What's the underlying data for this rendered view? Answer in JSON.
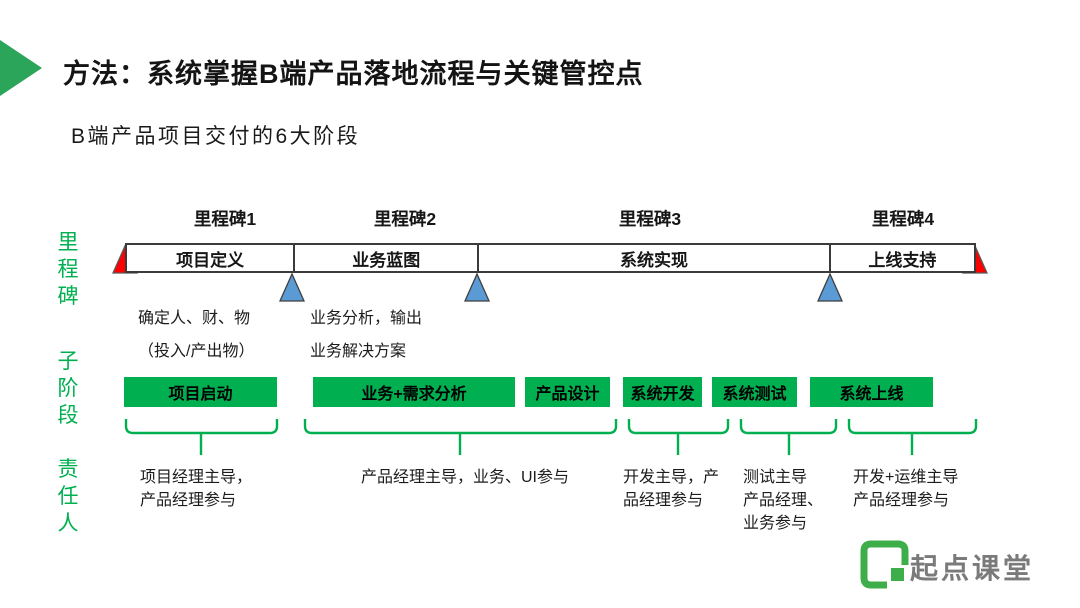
{
  "slide": {
    "title": "方法：系统掌握B端产品落地流程与关键管控点",
    "subtitle": "B端产品项目交付的6大阶段"
  },
  "axis_labels": {
    "milestone": "里程碑",
    "substage": "子阶段",
    "owner": "责任人"
  },
  "milestones": [
    {
      "label": "里程碑1"
    },
    {
      "label": "里程碑2"
    },
    {
      "label": "里程碑3"
    },
    {
      "label": "里程碑4"
    }
  ],
  "phases": [
    {
      "label": "项目定义",
      "note": "确定人、财、物\n（投入/产出物）"
    },
    {
      "label": "业务蓝图",
      "note": "业务分析，输出\n业务解决方案"
    },
    {
      "label": "系统实现"
    },
    {
      "label": "上线支持"
    }
  ],
  "stages": [
    {
      "label": "项目启动"
    },
    {
      "label": "业务+需求分析"
    },
    {
      "label": "产品设计"
    },
    {
      "label": "系统开发"
    },
    {
      "label": "系统测试"
    },
    {
      "label": "系统上线"
    }
  ],
  "owners": [
    {
      "text": "项目经理主导，\n产品经理参与"
    },
    {
      "text": "产品经理主导，业务、UI参与"
    },
    {
      "text": "开发主导，产\n品经理参与"
    },
    {
      "text": "测试主导\n产品经理、\n业务参与"
    },
    {
      "text": "开发+运维主导\n产品经理参与"
    }
  ],
  "logo": {
    "text": "起点课堂"
  },
  "colors": {
    "green": "#00B050",
    "arrow_green": "#2BA55A",
    "logo_green": "#3DAE49",
    "red": "#FE0000",
    "blue": "#5B9BD5",
    "bar_border": "#3B3B3B",
    "logo_text": "#7A7A7A"
  }
}
